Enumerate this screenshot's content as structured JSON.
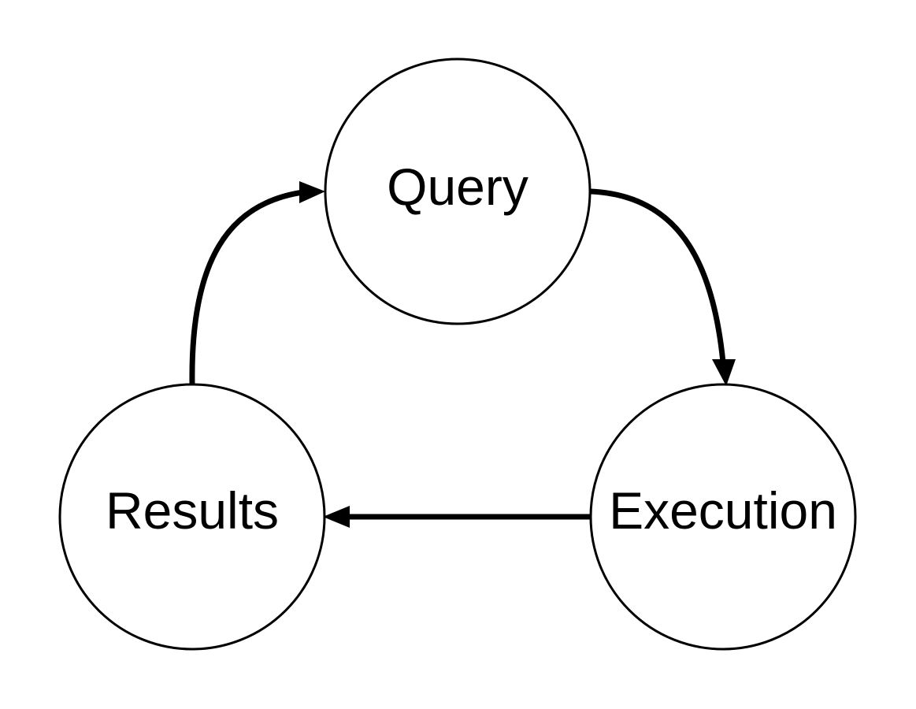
{
  "diagram": {
    "nodes": [
      {
        "id": "query",
        "label": "Query"
      },
      {
        "id": "execution",
        "label": "Execution"
      },
      {
        "id": "results",
        "label": "Results"
      }
    ],
    "edges": [
      {
        "from": "query",
        "to": "execution"
      },
      {
        "from": "execution",
        "to": "results"
      },
      {
        "from": "results",
        "to": "query"
      }
    ],
    "colors": {
      "stroke": "#000000",
      "fill": "#ffffff",
      "text": "#000000"
    }
  }
}
